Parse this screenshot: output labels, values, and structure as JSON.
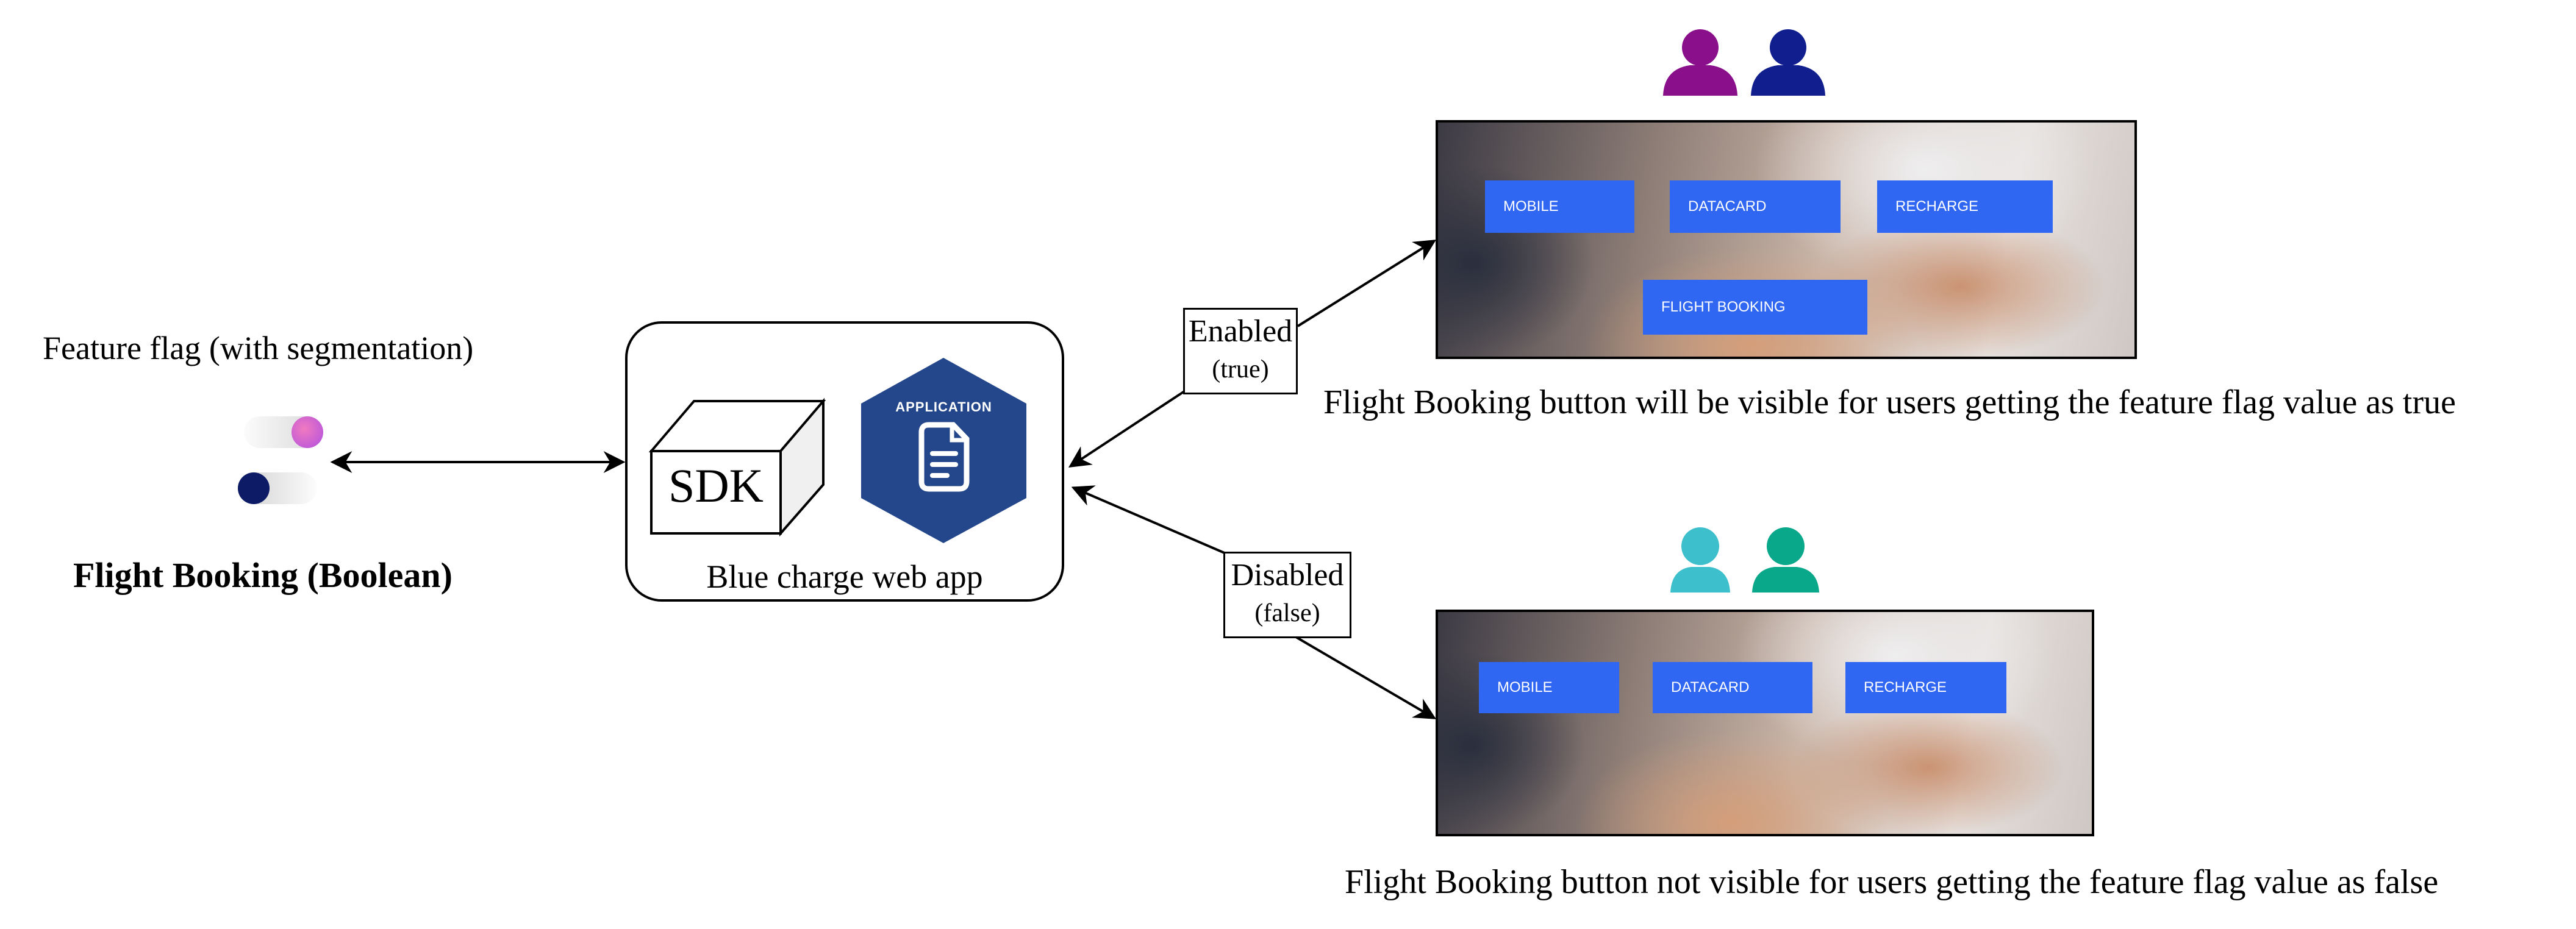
{
  "feature_flag": {
    "title": "Feature flag (with segmentation)",
    "name": "Flight Booking (Boolean)"
  },
  "app": {
    "sdk_label": "SDK",
    "badge_label": "APPLICATION",
    "name": "Blue charge web app"
  },
  "enabled_branch": {
    "label": "Enabled",
    "value": "(true)",
    "buttons": [
      "MOBILE",
      "DATACARD",
      "RECHARGE",
      "FLIGHT BOOKING"
    ],
    "caption": "Flight Booking button will be visible for users getting the feature flag value as true",
    "user_colors": [
      "#8a0f8a",
      "#101e8e"
    ]
  },
  "disabled_branch": {
    "label": "Disabled",
    "value": "(false)",
    "buttons": [
      "MOBILE",
      "DATACARD",
      "RECHARGE"
    ],
    "caption": "Flight Booking button not visible for users getting the feature flag value as false",
    "user_colors": [
      "#3dbfcc",
      "#0aa88a"
    ]
  },
  "colors": {
    "app_badge": "#24478c",
    "ui_button": "#2f66f2",
    "toggle_on_knob": "#d060d8",
    "toggle_off_knob": "#0d1a66"
  }
}
